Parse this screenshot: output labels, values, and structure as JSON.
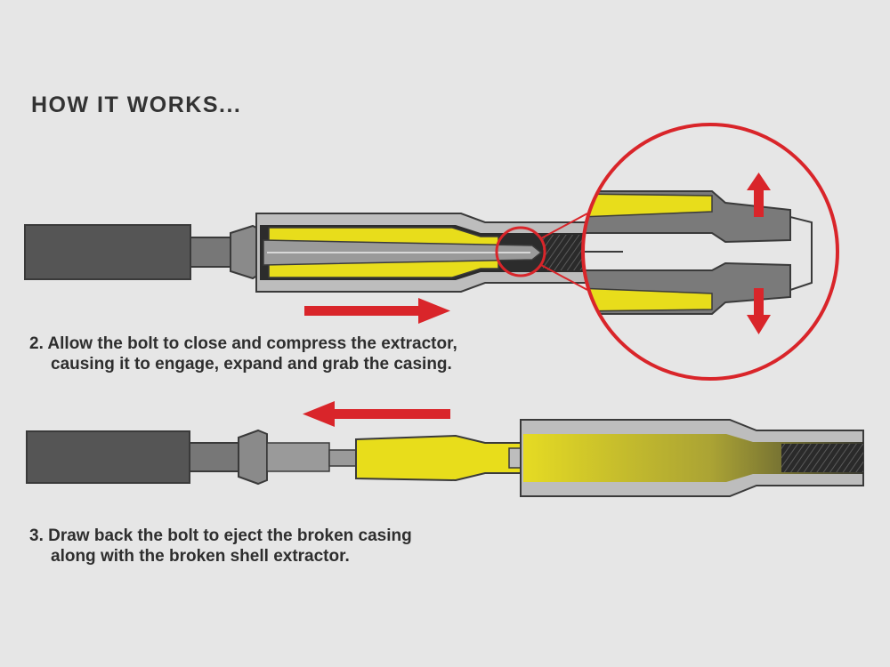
{
  "title": "HOW IT WORKS...",
  "steps": [
    {
      "line1": "2. Allow the bolt to close and compress the extractor,",
      "line2": "causing it to engage, expand and grab the casing."
    },
    {
      "line1": "3. Draw back the bolt to eject the broken casing",
      "line2": "along with the broken shell extractor."
    }
  ],
  "colors": {
    "background": "#e6e6e6",
    "bolt": "#555555",
    "chamber": "#bdbdbd",
    "casing": "#e8dd1b",
    "arrow": "#d9252a",
    "text": "#2e2e2e"
  }
}
